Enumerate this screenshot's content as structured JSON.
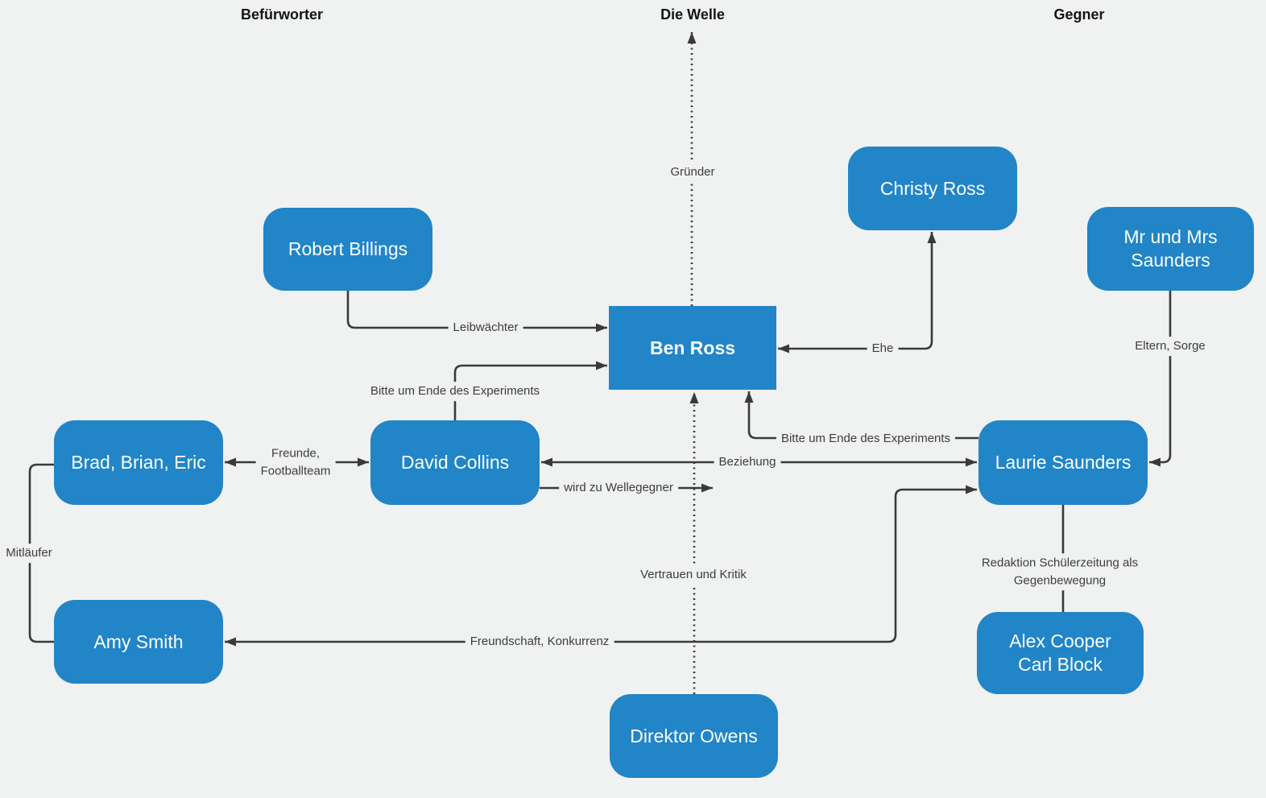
{
  "colors": {
    "bg": "#f0f1f1",
    "node": "#2185c7",
    "line": "#3a3a3a",
    "labeltext": "#3d3d3d"
  },
  "headers": {
    "left": "Befürworter",
    "center": "Die Welle",
    "right": "Gegner"
  },
  "nodes": {
    "robert": {
      "label": "Robert Billings"
    },
    "christy": {
      "label": "Christy Ross"
    },
    "saunders_parents": {
      "label": "Mr und Mrs\nSaunders"
    },
    "ben": {
      "label": "Ben Ross"
    },
    "brad_brian_eric": {
      "label": "Brad, Brian, Eric"
    },
    "david": {
      "label": "David Collins"
    },
    "laurie": {
      "label": "Laurie Saunders"
    },
    "amy": {
      "label": "Amy Smith"
    },
    "alex_carl": {
      "label": "Alex Cooper\nCarl Block"
    },
    "owens": {
      "label": "Direktor Owens"
    }
  },
  "edges": {
    "leibwaechter": {
      "label": "Leibwächter",
      "from": "Robert Billings",
      "to": "Ben Ross"
    },
    "bitte_david": {
      "label": "Bitte um Ende des Experiments",
      "from": "David Collins",
      "to": "Ben Ross"
    },
    "ehe": {
      "label": "Ehe",
      "from": "Ben Ross",
      "to": "Christy Ross"
    },
    "eltern_sorge": {
      "label": "Eltern, Sorge",
      "from": "Mr und Mrs Saunders",
      "to": "Laurie Saunders"
    },
    "bitte_laurie": {
      "label": "Bitte um Ende des Experiments",
      "from": "Laurie Saunders",
      "to": "Ben Ross"
    },
    "beziehung": {
      "label": "Beziehung",
      "from": "David Collins",
      "to": "Laurie Saunders"
    },
    "wellegegner": {
      "label": "wird zu Wellegegner",
      "from": "David Collins",
      "to": ""
    },
    "freunde": {
      "label": "Freunde,\nFootballteam",
      "from": "Brad, Brian, Eric",
      "to": "David Collins"
    },
    "mitlaeufer": {
      "label": "Mitläufer",
      "from": "Brad, Brian, Eric",
      "to": "Amy Smith"
    },
    "freundschaft": {
      "label": "Freundschaft, Konkurrenz",
      "from": "Amy Smith",
      "to": "Laurie Saunders"
    },
    "vertrauen": {
      "label": "Vertrauen und Kritik",
      "from": "Direktor Owens",
      "to": "Ben Ross"
    },
    "gruender": {
      "label": "Gründer",
      "from": "Ben Ross",
      "to": "Die Welle"
    },
    "redaktion": {
      "label": "Redaktion Schülerzeitung als Gegenbewegung",
      "from": "Laurie Saunders",
      "to": "Alex Cooper Carl Block"
    }
  }
}
